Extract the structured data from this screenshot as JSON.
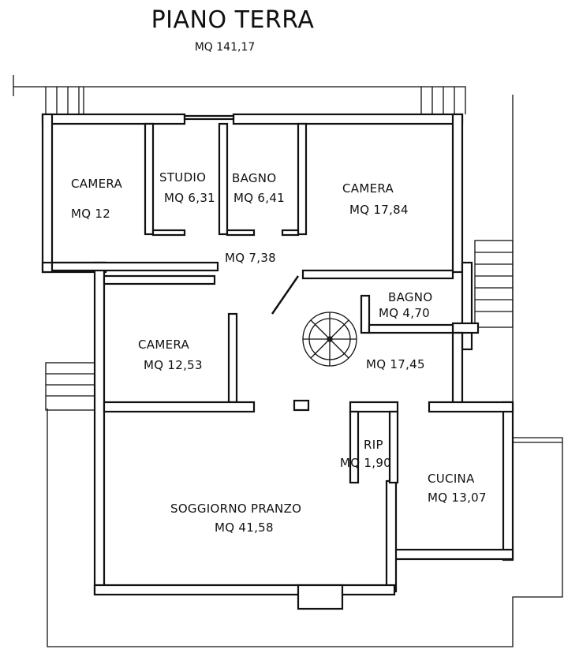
{
  "header": {
    "title": "PIANO TERRA",
    "total_area": "MQ 141,17"
  },
  "rooms": [
    {
      "id": "camera-nw",
      "name": "CAMERA",
      "area": "MQ 12"
    },
    {
      "id": "studio",
      "name": "STUDIO",
      "area": "MQ 6,31"
    },
    {
      "id": "bagno-n",
      "name": "BAGNO",
      "area": "MQ 6,41"
    },
    {
      "id": "camera-ne",
      "name": "CAMERA",
      "area": "MQ 17,84"
    },
    {
      "id": "corridoio",
      "name": "",
      "area": "MQ 7,38"
    },
    {
      "id": "bagno-e",
      "name": "BAGNO",
      "area": "MQ 4,70"
    },
    {
      "id": "camera-w",
      "name": "CAMERA",
      "area": "MQ 12,53"
    },
    {
      "id": "ingresso",
      "name": "",
      "area": "MQ 17,45"
    },
    {
      "id": "ripostiglio",
      "name": "RIP",
      "area": "MQ 1,90"
    },
    {
      "id": "cucina",
      "name": "CUCINA",
      "area": "MQ 13,07"
    },
    {
      "id": "soggiorno",
      "name": "SOGGIORNO PRANZO",
      "area": "MQ 41,58"
    }
  ]
}
